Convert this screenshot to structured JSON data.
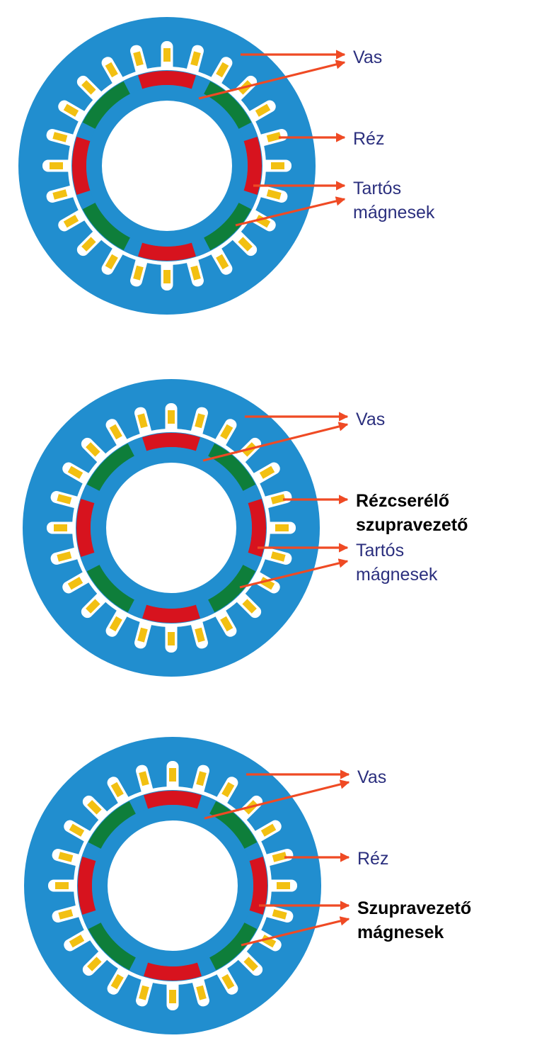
{
  "colors": {
    "iron": "#218ECF",
    "gap": "#FFFFFF",
    "slot": "#FFFFFF",
    "copper": "#F2C012",
    "magnet_red": "#D7131E",
    "magnet_green": "#0E7E3A",
    "arrow": "#EF4A24",
    "label_normal": "#2B2F7E",
    "label_bold": "#000000"
  },
  "diagrams": [
    {
      "id": "motor-1",
      "labels": [
        {
          "key": "iron",
          "lines": [
            "Vas"
          ],
          "bold": false
        },
        {
          "key": "conductor",
          "lines": [
            "Réz"
          ],
          "bold": false
        },
        {
          "key": "magnets",
          "lines": [
            "Tartós",
            "mágnesek"
          ],
          "bold": false
        }
      ]
    },
    {
      "id": "motor-2",
      "labels": [
        {
          "key": "iron",
          "lines": [
            "Vas"
          ],
          "bold": false
        },
        {
          "key": "conductor",
          "lines": [
            "Rézcserélő",
            "szupravezető"
          ],
          "bold": true
        },
        {
          "key": "magnets",
          "lines": [
            "Tartós",
            "mágnesek"
          ],
          "bold": false
        }
      ]
    },
    {
      "id": "motor-3",
      "labels": [
        {
          "key": "iron",
          "lines": [
            "Vas"
          ],
          "bold": false
        },
        {
          "key": "conductor",
          "lines": [
            "Réz"
          ],
          "bold": false
        },
        {
          "key": "magnets",
          "lines": [
            "Szupravezető",
            "mágnesek"
          ],
          "bold": true
        }
      ]
    }
  ]
}
